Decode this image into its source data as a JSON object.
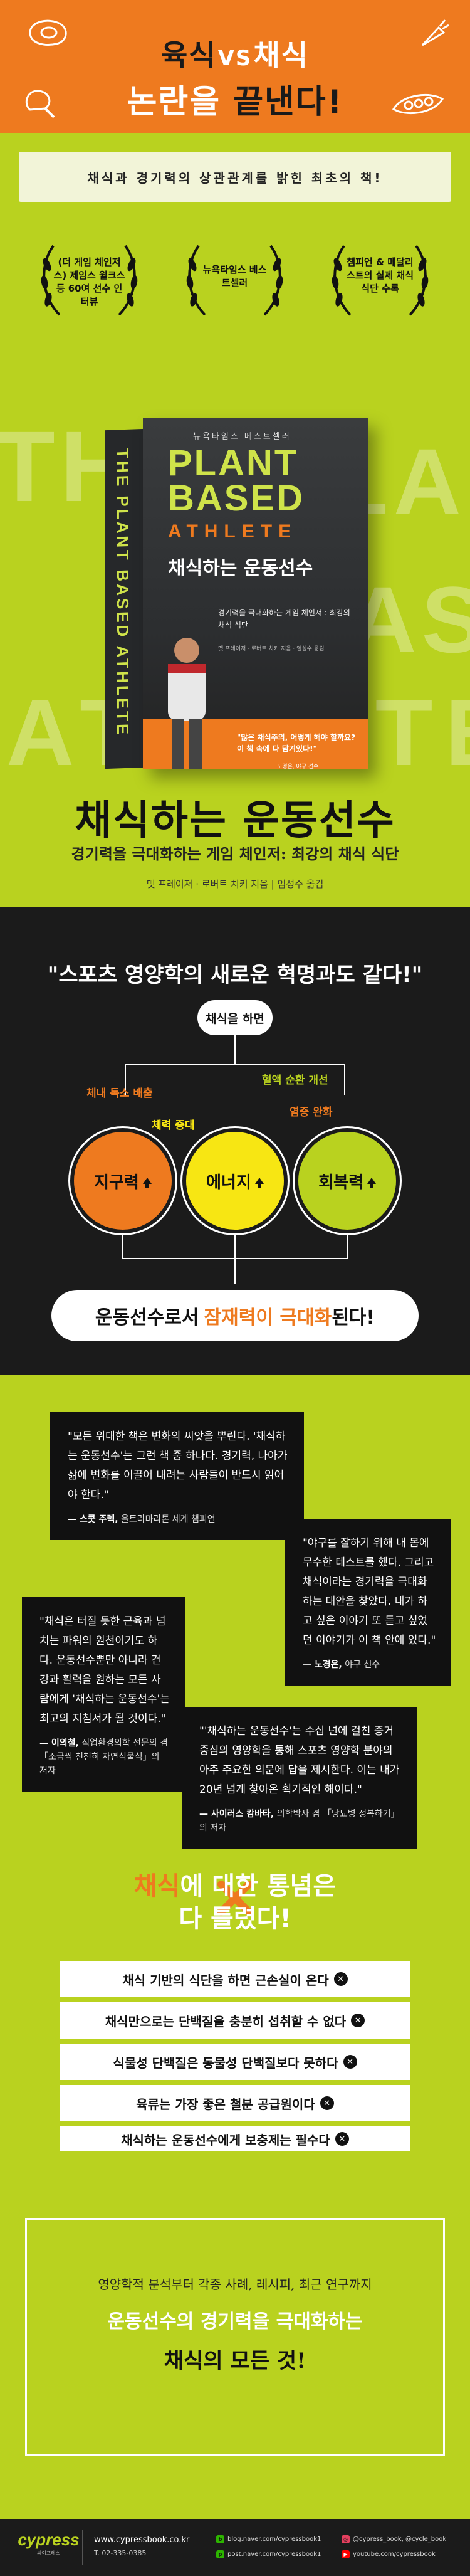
{
  "header": {
    "line1_a": "육식",
    "line1_vs": "VS",
    "line1_b": "채식",
    "line2_a": "논란을 ",
    "line2_b": "끝낸다!"
  },
  "cover": {
    "intro": "채식과 경기력의 상관관계를 밝힌 최초의 책!",
    "awards": [
      "(더 게임 체인저스) 제임스 윌크스 등 60여 선수 인터뷰",
      "뉴욕타임스 베스트셀러",
      "챔피언 & 메달리스트의 실제 채식 식단 수록"
    ],
    "ghost_words": [
      "THE",
      "PLANT",
      "BASED",
      "ATHLETE"
    ],
    "book": {
      "series": "뉴욕타임스 베스트셀러",
      "title_en_1": "PLANT",
      "title_en_2": "BASED",
      "title_en_3": "ATHLETE",
      "spine": "THE PLANT BASED ATHLETE",
      "title_ko": "채식하는 운동선수",
      "subtitle": "경기력을 극대화하는 게임 체인저 : 최강의 채식 식단",
      "authors": "맷 프레이저 · 로버트 치키 지음 · 엄성수 옮김",
      "quote_1": "\"많은 채식주의, 어떻게 해야 할까요?",
      "quote_2": "이 책 속에 다 담겨있다!\"",
      "quote_src": "노경은, 야구 선수"
    },
    "title": "채식하는 운동선수",
    "subtitle": "경기력을 극대화하는 게임 체인저: 최강의 채식 식단",
    "credits": "맷 프레이저 · 로버트 치키 지음 | 엄성수 옮김"
  },
  "diagram": {
    "headline": "\"스포츠 영양학의 새로운 혁명과도 같다!\"",
    "root": "채식을 하면",
    "effects": [
      "체내 독소 배출",
      "혈액 순환 개선",
      "체력 증대",
      "염증 완화"
    ],
    "circles": [
      "지구력",
      "에너지",
      "회복력"
    ],
    "result_a": "운동선수로서",
    "result_b": "잠재력이 극대화",
    "result_c": "된다!"
  },
  "quotes": {
    "q1": {
      "text": "\"모든 위대한 책은 변화의 씨앗을 뿌린다. '채식하는 운동선수'는 그런 책 중 하나다. 경기력, 나아가 삶에 변화를 이끌어 내려는 사람들이 반드시 읽어야 한다.\"",
      "name": "— 스콧 주렉,",
      "role": "울트라마라톤 세계 챔피언"
    },
    "q2": {
      "text": "\"야구를 잘하기 위해 내 몸에 무수한 테스트를 했다. 그리고 채식이라는 경기력을 극대화하는 대안을 찾았다. 내가 하고 싶은 이야기 또 듣고 싶었던 이야기가 이 책 안에 있다.\"",
      "name": "— 노경은,",
      "role": "야구 선수"
    },
    "q3": {
      "text": "\"채식은 터질 듯한 근육과 넘치는 파워의 원천이기도 하다. 운동선수뿐만 아니라 건강과 활력을 원하는 모든 사람에게 '채식하는 운동선수'는 최고의 지침서가 될 것이다.\"",
      "name": "— 이의철,",
      "role": "직업환경의학 전문의 겸 「조금씩 천천히 자연식물식」의 저자"
    },
    "q4": {
      "text": "\"'채식하는 운동선수'는 수십 년에 걸친 증거 중심의 영양학을 통해 스포츠 영양학 분야의 아주 주요한 의문에 답을 제시한다. 이는 내가 20년 넘게 찾아온 획기적인 해이다.\"",
      "name": "— 사이러스 캄바타,",
      "role": "의학박사 겸 「당뇨병 정복하기」의 저자"
    }
  },
  "myths": {
    "head_a": "채식",
    "head_b": "에 대한 통념은",
    "head_c": "다 틀렸다!",
    "items": [
      "채식 기반의 식단을 하면 근손실이 온다",
      "채식만으로는 단백질을 충분히 섭취할 수 없다",
      "식물성 단백질은 동물성 단백질보다 못하다",
      "육류는 가장 좋은 철분 공급원이다",
      "채식하는 운동선수에게 보충제는 필수다"
    ],
    "x_glyph": "✕"
  },
  "footer": {
    "line1": "영양학적 분석부터 각종 사례, 레시피, 최근 연구까지",
    "line2": "운동선수의 경기력을 극대화하는",
    "line3": "채식의 모든 것!",
    "brand": "cypress",
    "brand_sub": "싸이프레스",
    "website": "www.cypressbook.co.kr",
    "tel": "T. 02-335-0385",
    "social": [
      "blog.naver.com/cypressbook1",
      "post.naver.com/cypressbook1",
      "@cypress_book, @cycle_book",
      "youtube.com/cypressbook"
    ]
  },
  "colors": {
    "orange": "#ee7a1f",
    "lime": "#b9d21f",
    "dark": "#1b1b1b",
    "yellow": "#f7e613"
  }
}
